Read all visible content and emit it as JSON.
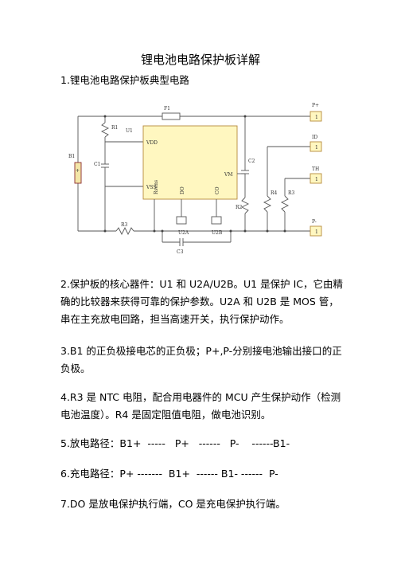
{
  "doc": {
    "title": "锂电池电路保护板详解",
    "section1": "1.锂电池电路保护板典型电路",
    "p2": "2.保护板的核心器件：U1 和 U2A/U2B。U1 是保护 IC，它由精确的比较器来获得可靠的保护参数。U2A 和 U2B 是 MOS 管，串在主充放电回路，担当高速开关，执行保护动作。",
    "p3": "3.B1 的正负极接电芯的正负极；P+,P-分别接电池输出接口的正负极。",
    "p4": "4.R3 是 NTC 电阻，配合用电器件的 MCU 产生保护动作（检测电池温度）。R4 是固定阻值电阻，做电池识别。",
    "p5": "5.放电路径：B1+  -----   P+   ------   P-    ------B1-",
    "p6": "6.充电路径：P+ -------  B1+  ------ B1- ------  P-",
    "p7": "7.DO 是放电保护执行端，CO 是充电保护执行端。"
  },
  "circuit": {
    "labels": {
      "f1": "F1",
      "pplus": "P+",
      "id": "ID",
      "th": "TH",
      "pminus": "P-",
      "r1": "R1",
      "u1": "U1",
      "vdd": "VDD",
      "vss": "VSS",
      "vm": "VM",
      "b1": "B1",
      "c1": "C1",
      "c2": "C2",
      "c3": "C3",
      "r2": "R2",
      "r3": "R3",
      "r4": "R4",
      "r5": "R3",
      "rsens": "Rsens",
      "do": "DO",
      "co": "CO",
      "u2a": "U2A",
      "u2b": "U2B",
      "pin": "1",
      "plus": "+"
    }
  }
}
